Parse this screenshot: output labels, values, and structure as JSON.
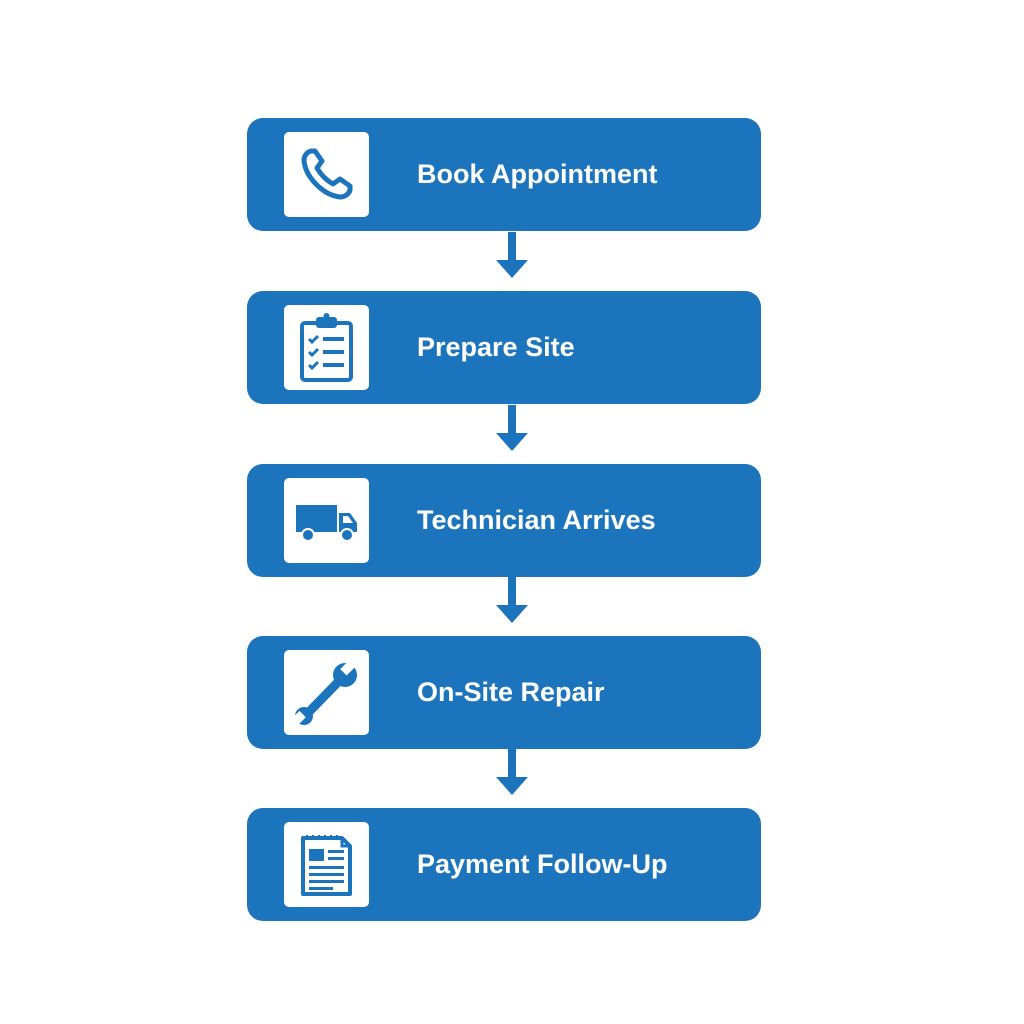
{
  "colors": {
    "step_fill": "#1c75bc",
    "icon_box": "#ffffff",
    "label_text": "#ffffff",
    "arrow": "#1c75bc"
  },
  "steps": [
    {
      "label": "Book Appointment",
      "icon": "phone-icon"
    },
    {
      "label": "Prepare Site",
      "icon": "clipboard-checklist-icon"
    },
    {
      "label": "Technician Arrives",
      "icon": "truck-icon"
    },
    {
      "label": "On-Site Repair",
      "icon": "wrench-icon"
    },
    {
      "label": "Payment Follow-Up",
      "icon": "invoice-document-icon"
    }
  ]
}
